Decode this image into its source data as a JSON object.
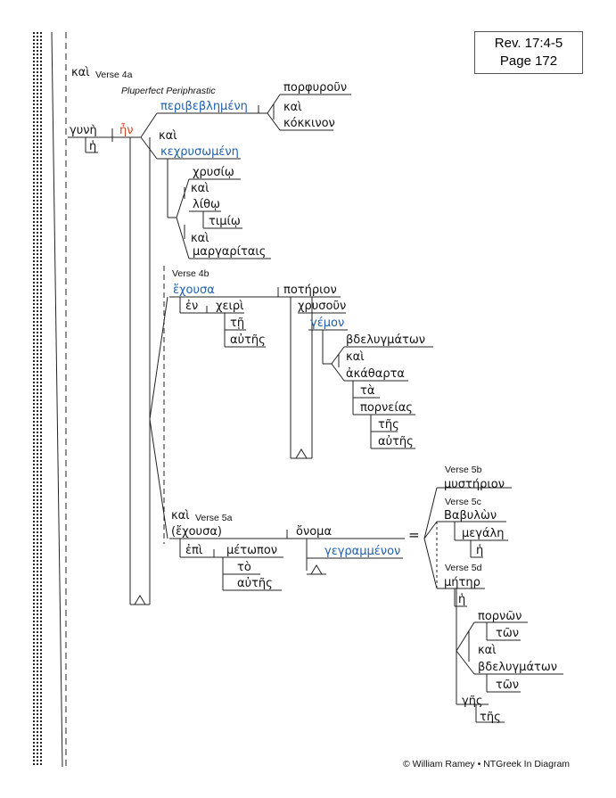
{
  "reference": {
    "line1": "Rev. 17:4-5",
    "line2": "Page 172"
  },
  "copyright": "© William Ramey • NTGreek In Diagram",
  "labels": {
    "v4a": "Verse 4a",
    "pluperfect": "Pluperfect Periphrastic",
    "v4b": "Verse 4b",
    "v5a": "Verse 5a",
    "v5b": "Verse 5b",
    "v5c": "Verse 5c",
    "v5d": "Verse 5d"
  },
  "words": {
    "kai_4a": "καὶ",
    "gyne": "γυνὴ",
    "he_art": "ἡ",
    "en": "ἦν",
    "peribeblemene": "περιβεβλημένη",
    "porphyroun": "πορφυροῦν",
    "kai_a": "καὶ",
    "kokkinon": "κόκκινον",
    "kai_b": "καὶ",
    "kechrysomene": "κεχρυσωμένη",
    "chrysio": "χρυσίῳ",
    "kai_c": "καὶ",
    "litho": "λίθῳ",
    "timio": "τιμίῳ",
    "kai_d": "καὶ",
    "margaritais": "μαργαρίταις",
    "echousa": "ἔχουσα",
    "en_prep": "ἐν",
    "cheiri": "χειρὶ",
    "te": "τῇ",
    "autes_1": "αὐτῆς",
    "poterion": "ποτήριον",
    "chrysoun": "χρυσοῦν",
    "gemon": "γέμον",
    "bdelygmaton_1": "βδελυγμάτων",
    "kai_e": "καὶ",
    "akatharta": "ἀκάθαρτα",
    "ta": "τὰ",
    "porneias": "πορνείας",
    "tes_1": "τῆς",
    "autes_2": "αὐτῆς",
    "kai_5a": "καὶ",
    "echousa_impl": "(ἔχουσα)",
    "epi": "ἐπὶ",
    "metopon": "μέτωπον",
    "to": "τὸ",
    "autes_3": "αὐτῆς",
    "onoma": "ὄνομα",
    "gegrammenon": "γεγραμμένον",
    "equals": "=",
    "mysterion": "μυστήριον",
    "babylon": "Βαβυλὼν",
    "megale": "μεγάλη",
    "he_2": "ἡ",
    "meter": "μήτηρ",
    "he_3": "ἡ",
    "pornon": "πορνῶν",
    "ton_1": "τῶν",
    "kai_f": "καὶ",
    "bdelygmaton_2": "βδελυγμάτων",
    "ton_2": "τῶν",
    "ges": "γῆς",
    "tes_2": "τῆς"
  },
  "colors": {
    "verb_blue": "#1f5fb0",
    "verb_red": "#d7442a",
    "line": "#222222"
  }
}
